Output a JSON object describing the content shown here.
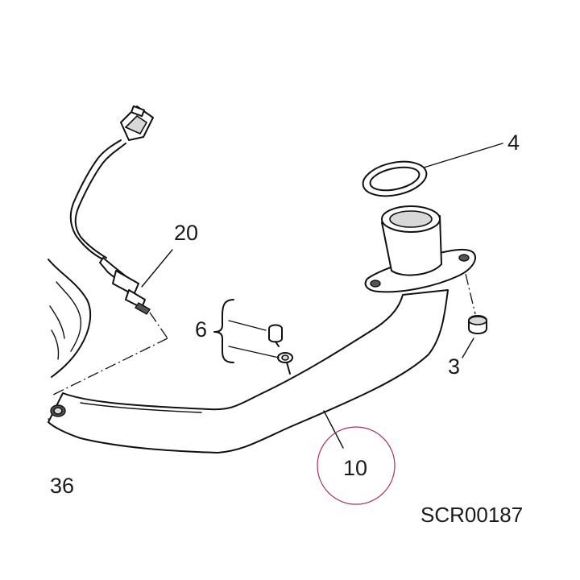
{
  "diagram": {
    "callouts": {
      "c4": "4",
      "c20": "20",
      "c6": "6",
      "c3": "3",
      "c10": "10",
      "c36": "36"
    },
    "reference_code": "SCR00187",
    "highlight_color": "#b03050"
  }
}
